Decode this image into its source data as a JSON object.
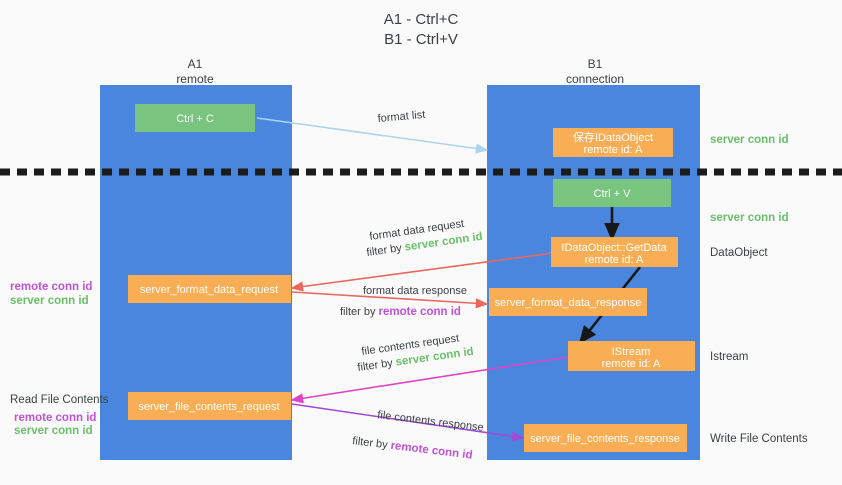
{
  "title": {
    "line1": "A1 - Ctrl+C",
    "line2": "B1 - Ctrl+V"
  },
  "columns": {
    "left": {
      "name": "A1",
      "sub": "remote"
    },
    "right": {
      "name": "B1",
      "sub": "connection"
    }
  },
  "boxes": {
    "ctrl_c": "Ctrl + C",
    "ctrl_v": "Ctrl + V",
    "save_dataobject_l1": "保存IDataObject",
    "save_dataobject_l2": "remote id: A",
    "getdata_l1": "IDataObject::GetData",
    "getdata_l2": "remote id: A",
    "istream_l1": "IStream",
    "istream_l2": "remote id: A",
    "server_format_data_request": "server_format_data_request",
    "server_format_data_response": "server_format_data_response",
    "server_file_contents_request": "server_file_contents_request",
    "server_file_contents_response": "server_file_contents_response"
  },
  "right_labels": {
    "server_conn_id_top": "server conn id",
    "server_conn_id_mid": "server conn id",
    "dataobject": "DataObject",
    "istream": "Istream",
    "write_file_contents": "Write File Contents"
  },
  "left_labels": {
    "remote_conn_id_1": "remote conn id",
    "server_conn_id_1": "server conn id",
    "read_file_contents": "Read File Contents",
    "remote_conn_id_2": "remote conn id",
    "server_conn_id_2": "server conn id"
  },
  "edges": {
    "format_list": "format list",
    "format_data_request": "format data request",
    "format_data_request_filter_pre": "filter by ",
    "format_data_request_filter_key": "server conn id",
    "format_data_response": "format data response",
    "format_data_response_filter_pre": "filter by ",
    "format_data_response_filter_key": "remote conn id",
    "file_contents_request": "file contents request",
    "file_contents_request_filter_pre": "filter by ",
    "file_contents_request_filter_key": "server conn id",
    "file_contents_response": "file contents response",
    "file_contents_response_filter_pre": "filter by ",
    "file_contents_response_filter_key": "remote conn id"
  },
  "colors": {
    "panel_blue": "#4a86dd",
    "box_orange": "#f9ae55",
    "box_green": "#79c47f",
    "server_conn_green": "#6abf69",
    "remote_conn_purple": "#c152d8",
    "background": "#fafafa"
  }
}
